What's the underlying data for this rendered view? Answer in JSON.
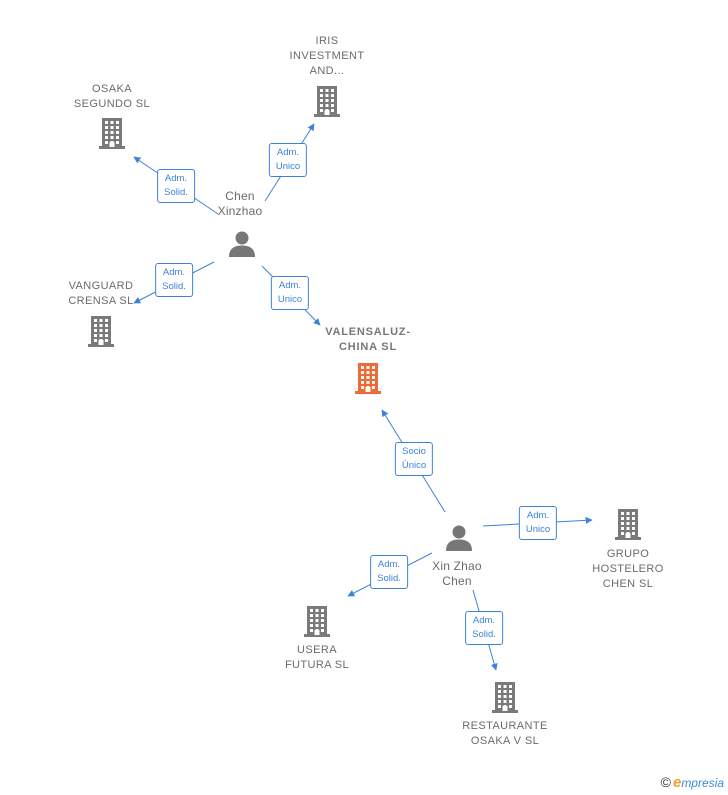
{
  "colors": {
    "company": "#7a7a7a",
    "focus_company": "#f06a35",
    "person": "#777777",
    "edge": "#3b83d9"
  },
  "companies": [
    {
      "id": "iris",
      "label": "IRIS\nINVESTMENT\nAND...",
      "focus": false
    },
    {
      "id": "osaka-segundo",
      "label": "OSAKA\nSEGUNDO SL",
      "focus": false
    },
    {
      "id": "vanguard",
      "label": "VANGUARD\nCRENSA SL",
      "focus": false
    },
    {
      "id": "valensaluz",
      "label": "VALENSALUZ-\nCHINA SL",
      "focus": true
    },
    {
      "id": "grupo-hostelero",
      "label": "GRUPO\nHOSTELERO\nCHEN SL",
      "focus": false
    },
    {
      "id": "usera",
      "label": "USERA\nFUTURA SL",
      "focus": false
    },
    {
      "id": "restaurante",
      "label": "RESTAURANTE\nOSAKA V SL",
      "focus": false
    }
  ],
  "persons": [
    {
      "id": "chen-xinzhao",
      "label": "Chen\nXinzhao"
    },
    {
      "id": "xin-zhao-chen",
      "label": "Xin Zhao\nChen"
    }
  ],
  "edges": [
    {
      "from": "chen-xinzhao",
      "to": "iris",
      "label": "Adm.\nUnico"
    },
    {
      "from": "chen-xinzhao",
      "to": "osaka-segundo",
      "label": "Adm.\nSolid."
    },
    {
      "from": "chen-xinzhao",
      "to": "vanguard",
      "label": "Adm.\nSolid."
    },
    {
      "from": "chen-xinzhao",
      "to": "valensaluz",
      "label": "Adm.\nUnico"
    },
    {
      "from": "xin-zhao-chen",
      "to": "valensaluz",
      "label": "Socio\nÚnico"
    },
    {
      "from": "xin-zhao-chen",
      "to": "grupo-hostelero",
      "label": "Adm.\nUnico"
    },
    {
      "from": "xin-zhao-chen",
      "to": "usera",
      "label": "Adm.\nSolid."
    },
    {
      "from": "xin-zhao-chen",
      "to": "restaurante",
      "label": "Adm.\nSolid."
    }
  ],
  "footer": {
    "copyright": "©",
    "brand_initial": "e",
    "brand_rest": "mpresia"
  }
}
